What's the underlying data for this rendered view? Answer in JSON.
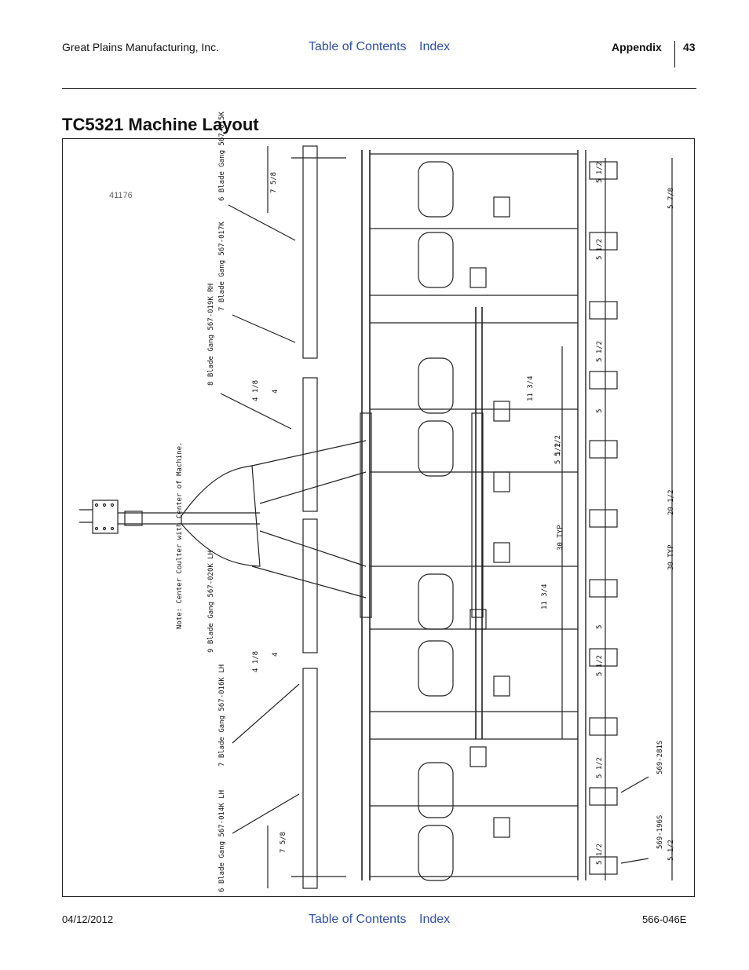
{
  "header": {
    "company": "Great Plains Manufacturing, Inc.",
    "toc_link": "Table of Contents",
    "index_link": "Index",
    "section": "Appendix",
    "page_number": "43"
  },
  "title": "TC5321 Machine Layout",
  "figure": {
    "figure_number": "41176",
    "gang_labels": [
      "6 Blade Gang 567-015K",
      "7 Blade Gang 567-017K",
      "8 Blade Gang 567-019K RH",
      "9 Blade Gang 567-020K LH",
      "7 Blade Gang 567-016K LH",
      "6 Blade Gang 567-014K LH"
    ],
    "note": "Note: Center Coulter with Center of Machine.",
    "left_dims": [
      "7 5/8",
      "4 1/8",
      "4",
      "4 1/8",
      "4",
      "7 5/8"
    ],
    "right_dims": [
      "5 1/2",
      "5 1/2",
      "5 1/2",
      "5",
      "5 1/2",
      "5",
      "5 1/2",
      "5 1/2",
      "5 1/2"
    ],
    "mid_dims": [
      "11 3/4",
      "5 1/2",
      "30 TYP",
      "11 3/4"
    ],
    "far_right_dims": [
      "5 7/8",
      "20 1/2",
      "30 TYP",
      "5 1/2"
    ],
    "part_callouts": [
      "569-281S",
      "569-196S"
    ]
  },
  "footer": {
    "date": "04/12/2012",
    "toc_link": "Table of Contents",
    "index_link": "Index",
    "doc_number": "566-046E"
  }
}
